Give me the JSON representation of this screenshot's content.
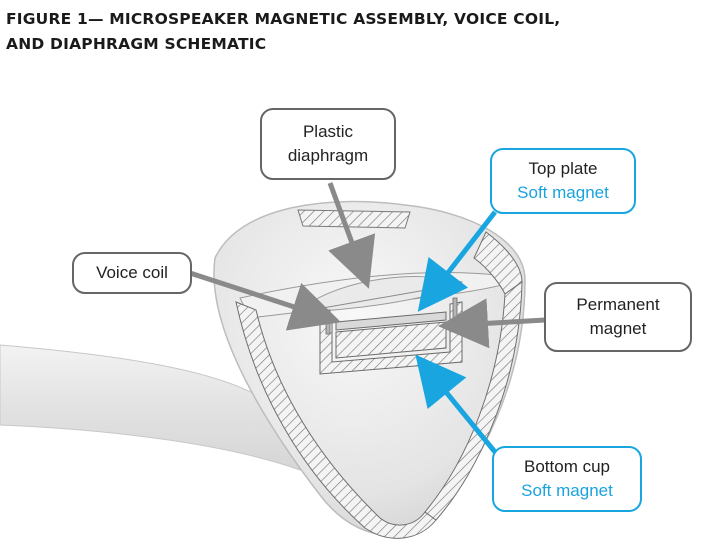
{
  "figure": {
    "title_line1": "FIGURE 1— MICROSPEAKER MAGNETIC ASSEMBLY, VOICE COIL,",
    "title_line2": "AND DIAPHRAGM SCHEMATIC"
  },
  "callouts": {
    "plastic_diaphragm": {
      "line1": "Plastic",
      "line2": "diaphragm"
    },
    "voice_coil": {
      "line1": "Voice coil"
    },
    "top_plate": {
      "line1": "Top plate",
      "line2": "Soft magnet"
    },
    "permanent_magnet": {
      "line1": "Permanent",
      "line2": "magnet"
    },
    "bottom_cup": {
      "line1": "Bottom cup",
      "line2": "Soft magnet"
    }
  },
  "colors": {
    "gray_arrow": "#8a8a8a",
    "blue_arrow": "#19a6e0",
    "blue_text": "#1aa3de"
  }
}
